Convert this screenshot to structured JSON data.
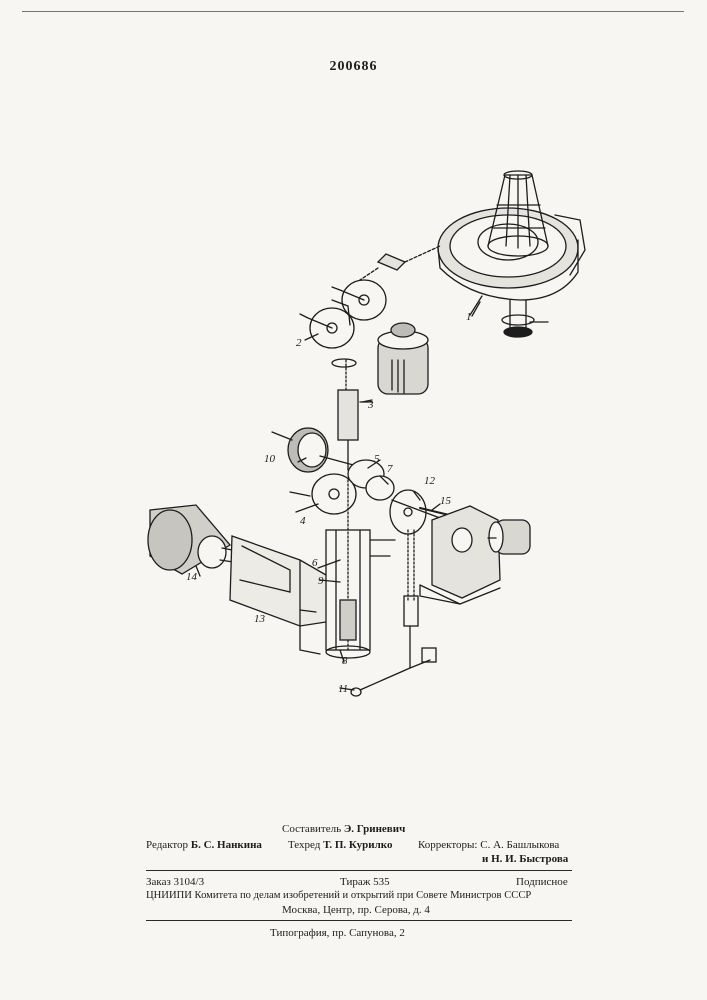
{
  "header": {
    "patent_number": "200686"
  },
  "figure": {
    "labels": {
      "l1": "1",
      "l2": "2",
      "l3": "3",
      "l4": "4",
      "l5": "5",
      "l6": "6",
      "l7": "7",
      "l8": "8",
      "l9": "9",
      "l10": "10",
      "l11": "11",
      "l12": "12",
      "l13": "13",
      "l14": "14",
      "l15": "15"
    }
  },
  "credits": {
    "compiler_label": "Составитель",
    "compiler_name": "Э. Гриневич",
    "editor_label": "Редактор",
    "editor_name": "Б. С. Нанкина",
    "techred_label": "Техред",
    "techred_name": "Т. П. Курилко",
    "correctors_label": "Корректоры:",
    "corrector_1": "С. А. Башлыкова",
    "corrector_2": "и Н. И. Быстрова"
  },
  "imprint": {
    "order": "Заказ 3104/3",
    "circulation": "Тираж 535",
    "subscription": "Подписное",
    "org_line": "ЦНИИПИ Комитета по делам изобретений и открытий при Совете Министров СССР",
    "address": "Москва, Центр, пр. Серова, д. 4",
    "printer": "Типография, пр. Сапунова, 2"
  }
}
